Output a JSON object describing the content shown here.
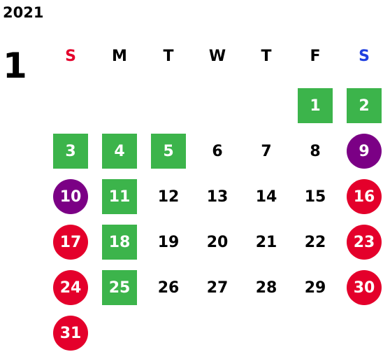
{
  "calendar": {
    "year": "2021",
    "month": "1",
    "weekdays": [
      {
        "label": "S",
        "color": "#e4002b"
      },
      {
        "label": "M",
        "color": "#000000"
      },
      {
        "label": "T",
        "color": "#000000"
      },
      {
        "label": "W",
        "color": "#000000"
      },
      {
        "label": "T",
        "color": "#000000"
      },
      {
        "label": "F",
        "color": "#000000"
      },
      {
        "label": "S",
        "color": "#1f3fe0"
      }
    ],
    "colors": {
      "green": "#3cb44b",
      "red": "#e4002b",
      "purple": "#7b0085"
    },
    "days": [
      {
        "day": "1",
        "style": "green"
      },
      {
        "day": "2",
        "style": "green"
      },
      {
        "day": "3",
        "style": "green"
      },
      {
        "day": "4",
        "style": "green"
      },
      {
        "day": "5",
        "style": "green"
      },
      {
        "day": "6",
        "style": "plain"
      },
      {
        "day": "7",
        "style": "plain"
      },
      {
        "day": "8",
        "style": "plain"
      },
      {
        "day": "9",
        "style": "purple"
      },
      {
        "day": "10",
        "style": "purple"
      },
      {
        "day": "11",
        "style": "green"
      },
      {
        "day": "12",
        "style": "plain"
      },
      {
        "day": "13",
        "style": "plain"
      },
      {
        "day": "14",
        "style": "plain"
      },
      {
        "day": "15",
        "style": "plain"
      },
      {
        "day": "16",
        "style": "red"
      },
      {
        "day": "17",
        "style": "red"
      },
      {
        "day": "18",
        "style": "green"
      },
      {
        "day": "19",
        "style": "plain"
      },
      {
        "day": "20",
        "style": "plain"
      },
      {
        "day": "21",
        "style": "plain"
      },
      {
        "day": "22",
        "style": "plain"
      },
      {
        "day": "23",
        "style": "red"
      },
      {
        "day": "24",
        "style": "red"
      },
      {
        "day": "25",
        "style": "green"
      },
      {
        "day": "26",
        "style": "plain"
      },
      {
        "day": "27",
        "style": "plain"
      },
      {
        "day": "28",
        "style": "plain"
      },
      {
        "day": "29",
        "style": "plain"
      },
      {
        "day": "30",
        "style": "red"
      },
      {
        "day": "31",
        "style": "red"
      }
    ]
  }
}
